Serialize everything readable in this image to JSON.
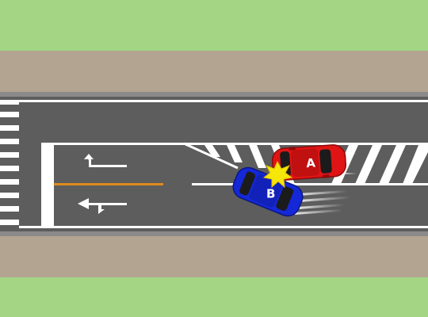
{
  "colors": {
    "grass": "#a3d584",
    "sidewalk": "#b2a491",
    "road": "#5d5d5d",
    "road_edge": "#8a8a8a",
    "marking_white": "#ffffff",
    "center_line": "#e08a1e",
    "car_a": "#e01414",
    "car_b": "#1428d8",
    "impact": "#f6e60a"
  },
  "vehicles": [
    {
      "label": "A",
      "color_name": "red"
    },
    {
      "label": "B",
      "color_name": "blue"
    }
  ],
  "icons": {
    "impact": "collision-burst-icon",
    "arrow_left": "left-turn-arrow-icon",
    "arrow_straight_left": "straight-and-left-arrow-icon"
  }
}
